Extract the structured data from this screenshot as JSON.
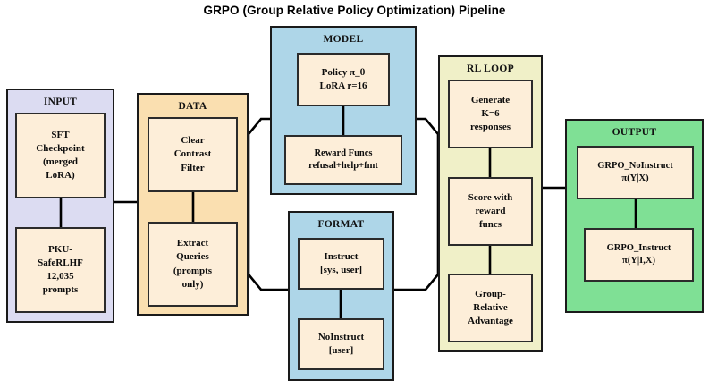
{
  "title": "GRPO (Group Relative Policy Optimization) Pipeline",
  "colors": {
    "input_bg": "#dcdcf2",
    "data_bg": "#fadfb0",
    "model_bg": "#aed6e8",
    "format_bg": "#aed6e8",
    "rlloop_bg": "#f0f0c8",
    "output_bg": "#7fe095",
    "node_bg": "#fdeed9",
    "border": "#1a1a1a",
    "text": "#0d0d0d"
  },
  "groups": [
    {
      "id": "input",
      "label": "INPUT",
      "nodes": [
        {
          "id": "sft-checkpoint",
          "lines": [
            "SFT",
            "Checkpoint",
            "(merged",
            "LoRA)"
          ]
        },
        {
          "id": "pku-saferlhf",
          "lines": [
            "PKU-",
            "SafeRLHF",
            "12,035",
            "prompts"
          ]
        }
      ]
    },
    {
      "id": "data",
      "label": "DATA",
      "nodes": [
        {
          "id": "clear-contrast-filter",
          "lines": [
            "Clear",
            "Contrast",
            "Filter"
          ]
        },
        {
          "id": "extract-queries",
          "lines": [
            "Extract",
            "Queries",
            "(prompts",
            "only)"
          ]
        }
      ]
    },
    {
      "id": "model",
      "label": "MODEL",
      "nodes": [
        {
          "id": "policy",
          "lines": [
            "Policy π_θ",
            "LoRA r=16"
          ]
        },
        {
          "id": "reward-funcs",
          "lines": [
            "Reward Funcs",
            "refusal+help+fmt"
          ]
        }
      ]
    },
    {
      "id": "format",
      "label": "FORMAT",
      "nodes": [
        {
          "id": "instruct",
          "lines": [
            "Instruct",
            "[sys, user]"
          ]
        },
        {
          "id": "noinstruct",
          "lines": [
            "NoInstruct",
            "[user]"
          ]
        }
      ]
    },
    {
      "id": "rlloop",
      "label": "RL LOOP",
      "nodes": [
        {
          "id": "generate-responses",
          "lines": [
            "Generate",
            "K=6",
            "responses"
          ]
        },
        {
          "id": "score-with-reward",
          "lines": [
            "Score with",
            "reward",
            "funcs"
          ]
        },
        {
          "id": "group-relative-advantage",
          "lines": [
            "Group-",
            "Relative",
            "Advantage"
          ]
        }
      ]
    },
    {
      "id": "output",
      "label": "OUTPUT",
      "nodes": [
        {
          "id": "grpo-noinstruct",
          "lines": [
            "GRPO_NoInstruct",
            "π(Y|X)"
          ]
        },
        {
          "id": "grpo-instruct",
          "lines": [
            "GRPO_Instruct",
            "π(Y|I,X)"
          ]
        }
      ]
    }
  ],
  "connections": [
    {
      "from": "input",
      "to": "data"
    },
    {
      "from": "data",
      "to": "model"
    },
    {
      "from": "data",
      "to": "format"
    },
    {
      "from": "model",
      "to": "rlloop"
    },
    {
      "from": "format",
      "to": "rlloop"
    },
    {
      "from": "rlloop",
      "to": "output"
    }
  ]
}
